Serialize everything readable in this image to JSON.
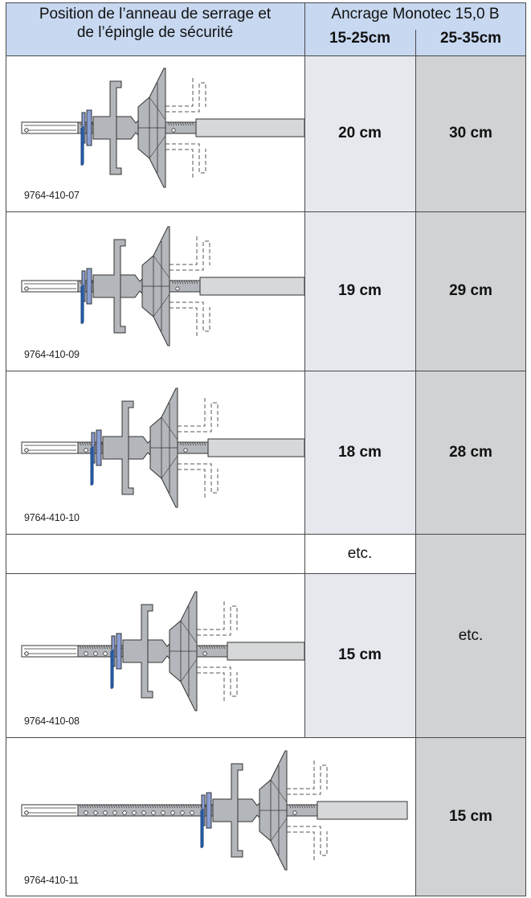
{
  "header": {
    "position_label_line1": "Position de l’anneau de serrage et",
    "position_label_line2": "de l’épingle de sécurité",
    "anchor_title": "Ancrage Monotec 15,0 B",
    "range_a": "15-25cm",
    "range_b": "25-35cm"
  },
  "rows": [
    {
      "code": "9764-410-07",
      "value_a": "20 cm",
      "value_b": "30 cm"
    },
    {
      "code": "9764-410-09",
      "value_a": "19 cm",
      "value_b": "29 cm"
    },
    {
      "code": "9764-410-10",
      "value_a": "18 cm",
      "value_b": "28 cm"
    },
    {
      "etc_a": "etc.",
      "etc_b": "etc."
    },
    {
      "code": "9764-410-08",
      "value_a": "15 cm"
    },
    {
      "code": "9764-410-11",
      "value_b": "15 cm"
    }
  ],
  "colors": {
    "header_bg": "#c7d8f0",
    "cell_light": "#e6e8ee",
    "cell_grey": "#d0d2d4",
    "part_grey": "#b3b6ba",
    "clamp_ring": "#8b9fd4",
    "safety_pin": "#2763b0"
  },
  "icons": {
    "anchor_drawing": "monotec-anchor-drawing"
  }
}
